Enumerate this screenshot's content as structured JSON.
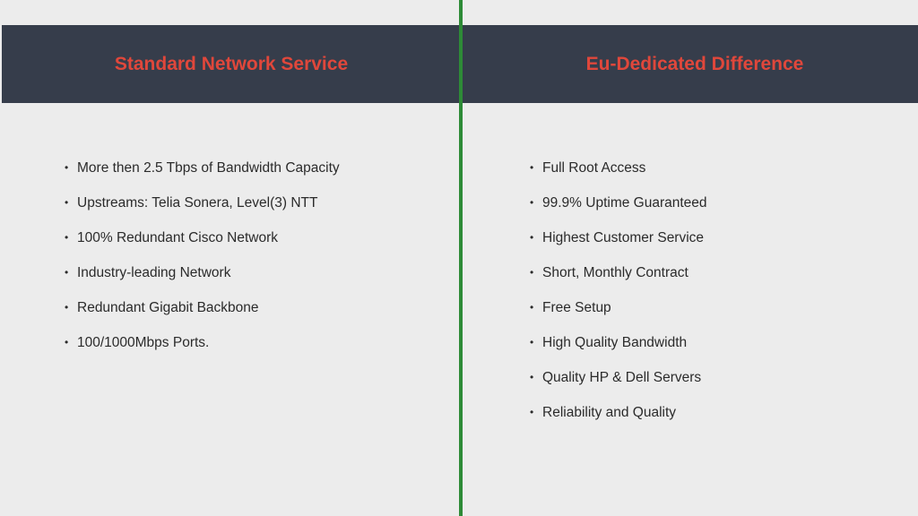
{
  "left_column": {
    "title": "Standard Network Service",
    "items": [
      "More then 2.5 Tbps of Bandwidth Capacity",
      "Upstreams: Telia Sonera, Level(3) NTT",
      "100% Redundant Cisco Network",
      "Industry-leading Network",
      "Redundant Gigabit Backbone",
      "100/1000Mbps Ports."
    ]
  },
  "right_column": {
    "title": "Eu-Dedicated Difference",
    "items": [
      "Full Root Access",
      "99.9% Uptime Guaranteed",
      "Highest Customer Service",
      "Short, Monthly Contract",
      "Free Setup",
      "High Quality Bandwidth",
      "Quality HP & Dell Servers",
      "Reliability and Quality"
    ]
  },
  "colors": {
    "background": "#ececec",
    "header_band": "#363d4b",
    "title_text": "#e0473b",
    "divider": "#2e8b37",
    "body_text": "#2b2b2b"
  },
  "icons": {
    "bullet": "bullet-dot-icon"
  }
}
